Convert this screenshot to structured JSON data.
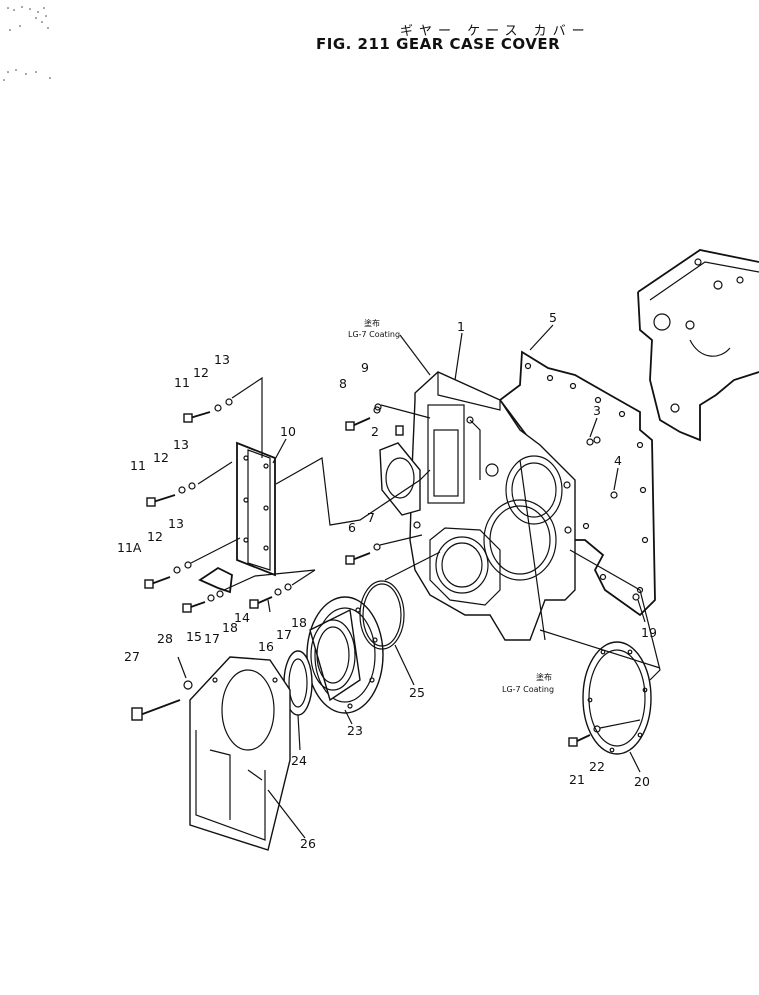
{
  "title": {
    "japanese": "ギヤー ケース カバー",
    "english": "FIG. 211  GEAR CASE COVER"
  },
  "notes": {
    "coating_jp": "塗布",
    "coating_en": "LG-7  Coating"
  },
  "callouts": [
    "1",
    "2",
    "3",
    "4",
    "5",
    "6",
    "7",
    "8",
    "9",
    "10",
    "11",
    "11",
    "11A",
    "12",
    "12",
    "12",
    "13",
    "13",
    "13",
    "14",
    "15",
    "16",
    "17",
    "17",
    "18",
    "18",
    "19",
    "20",
    "21",
    "22",
    "23",
    "24",
    "25",
    "26",
    "27",
    "28"
  ]
}
